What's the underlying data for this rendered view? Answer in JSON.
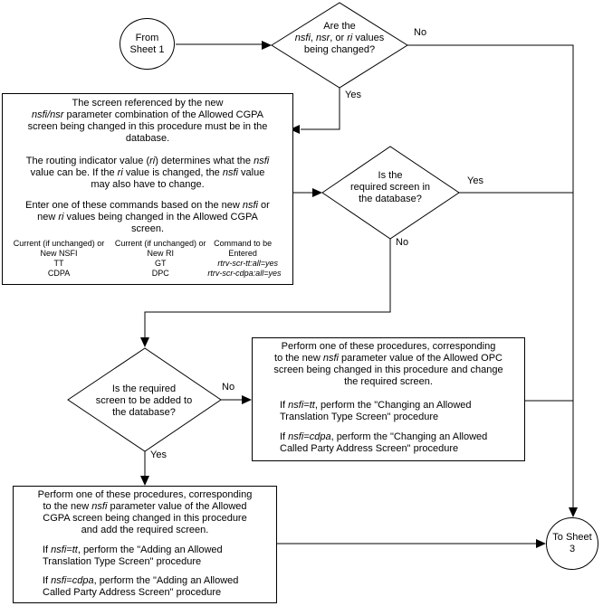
{
  "colors": {
    "line": "#000000",
    "background": "#ffffff",
    "text": "#000000"
  },
  "flowchart": {
    "start_terminal": {
      "label": "From Sheet 1"
    },
    "end_terminal": {
      "label": "To Sheet 3"
    },
    "decision_values_changed": {
      "text": [
        {
          "t": "Are the"
        },
        {
          "br": true
        },
        {
          "t": "nsfi",
          "i": true
        },
        {
          "t": ", "
        },
        {
          "t": "nsr",
          "i": true
        },
        {
          "t": ", or "
        },
        {
          "t": "ri",
          "i": true
        },
        {
          "t": " values"
        },
        {
          "br": true
        },
        {
          "t": "being changed?"
        }
      ],
      "yes_label": "Yes",
      "no_label": "No"
    },
    "decision_screen_in_db": {
      "text": [
        {
          "t": "Is the"
        },
        {
          "br": true
        },
        {
          "t": "required screen in"
        },
        {
          "br": true
        },
        {
          "t": "the database?"
        }
      ],
      "yes_label": "Yes",
      "no_label": "No"
    },
    "decision_screen_added": {
      "text": [
        {
          "t": "Is the required"
        },
        {
          "br": true
        },
        {
          "t": "screen to be added to"
        },
        {
          "br": true
        },
        {
          "t": "the database?"
        }
      ],
      "yes_label": "Yes",
      "no_label": "No"
    },
    "info_box": {
      "p1": [
        {
          "t": "The screen referenced by the new"
        },
        {
          "br": true
        },
        {
          "t": "nsfi/nsr",
          "i": true
        },
        {
          "t": " parameter combination of the Allowed CGPA"
        },
        {
          "br": true
        },
        {
          "t": "screen being changed in this procedure must be in the"
        },
        {
          "br": true
        },
        {
          "t": "database."
        }
      ],
      "p2": [
        {
          "t": "The routing indicator value ("
        },
        {
          "t": "ri",
          "i": true
        },
        {
          "t": ") determines what the "
        },
        {
          "t": "nsfi",
          "i": true
        },
        {
          "br": true
        },
        {
          "t": "value can be. If the "
        },
        {
          "t": "ri",
          "i": true
        },
        {
          "t": " value is changed, the "
        },
        {
          "t": "nsfi",
          "i": true
        },
        {
          "t": " value"
        },
        {
          "br": true
        },
        {
          "t": "may also have to change."
        }
      ],
      "p3": [
        {
          "t": "Enter one of these commands based on the new "
        },
        {
          "t": "nsfi",
          "i": true
        },
        {
          "t": " or"
        },
        {
          "br": true
        },
        {
          "t": "new "
        },
        {
          "t": "ri",
          "i": true
        },
        {
          "t": " values being changed in the Allowed CGPA"
        },
        {
          "br": true
        },
        {
          "t": "screen."
        }
      ],
      "table": {
        "col1_header": "Current (if unchanged) or New NSFI",
        "col2_header": "Current (if unchanged) or New RI",
        "col3_header": "Command to be Entered",
        "rows": [
          {
            "nsfi": "TT",
            "ri": "GT",
            "command": "rtrv-scr-tt:all=yes"
          },
          {
            "nsfi": "CDPA",
            "ri": "DPC",
            "command": "rtrv-scr-cdpa:all=yes"
          }
        ]
      }
    },
    "change_box": {
      "p1": [
        {
          "t": "Perform one of these procedures, corresponding"
        },
        {
          "br": true
        },
        {
          "t": "to the new "
        },
        {
          "t": "nsfi",
          "i": true
        },
        {
          "t": " parameter value of the Allowed OPC"
        },
        {
          "br": true
        },
        {
          "t": "screen being changed in this procedure and change"
        },
        {
          "br": true
        },
        {
          "t": "the required screen."
        }
      ],
      "p2": [
        {
          "t": "If "
        },
        {
          "t": "nsfi=tt",
          "i": true
        },
        {
          "t": ", perform the \"Changing an Allowed"
        },
        {
          "br": true
        },
        {
          "t": "Translation Type Screen\" procedure"
        }
      ],
      "p3": [
        {
          "t": "If "
        },
        {
          "t": "nsfi=cdpa",
          "i": true
        },
        {
          "t": ", perform the \"Changing an Allowed"
        },
        {
          "br": true
        },
        {
          "t": "Called Party Address Screen\" procedure"
        }
      ]
    },
    "add_box": {
      "p1": [
        {
          "t": "Perform one of these procedures, corresponding"
        },
        {
          "br": true
        },
        {
          "t": "to the new "
        },
        {
          "t": "nsfi",
          "i": true
        },
        {
          "t": " parameter value of the Allowed"
        },
        {
          "br": true
        },
        {
          "t": "CGPA screen being changed in this procedure"
        },
        {
          "br": true
        },
        {
          "t": "and add the required screen."
        }
      ],
      "p2": [
        {
          "t": "If "
        },
        {
          "t": "nsfi=tt",
          "i": true
        },
        {
          "t": ", perform the \"Adding an Allowed"
        },
        {
          "br": true
        },
        {
          "t": "Translation Type Screen\" procedure"
        }
      ],
      "p3": [
        {
          "t": "If "
        },
        {
          "t": "nsfi=cdpa",
          "i": true
        },
        {
          "t": ", perform the \"Adding an Allowed"
        },
        {
          "br": true
        },
        {
          "t": "Called Party Address Screen\" procedure"
        }
      ]
    }
  }
}
